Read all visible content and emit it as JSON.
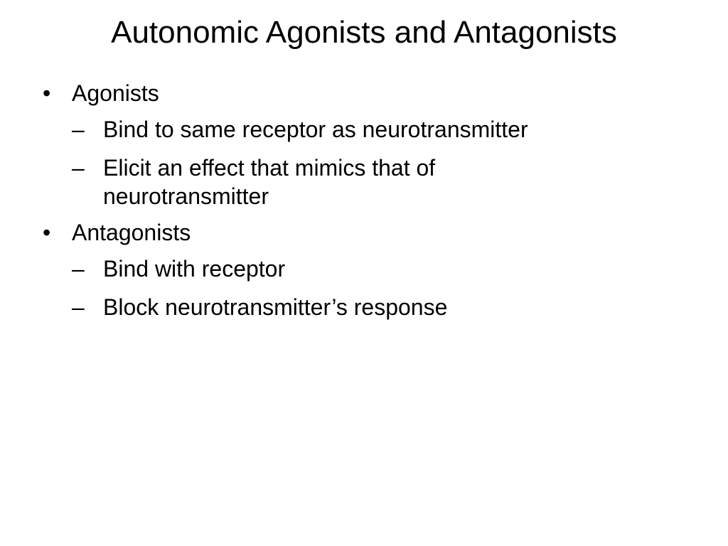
{
  "slide": {
    "title": "Autonomic Agonists and Antagonists",
    "bullets": [
      {
        "marker": "•",
        "text": "Agonists",
        "sub": [
          {
            "marker": "–",
            "text": "Bind to same receptor as neurotransmitter"
          },
          {
            "marker": "–",
            "text": "Elicit an effect that mimics that of neurotransmitter"
          }
        ]
      },
      {
        "marker": "•",
        "text": "Antagonists",
        "sub": [
          {
            "marker": "–",
            "text": "Bind with receptor"
          },
          {
            "marker": "–",
            "text": "Block neurotransmitter’s response"
          }
        ]
      }
    ]
  }
}
